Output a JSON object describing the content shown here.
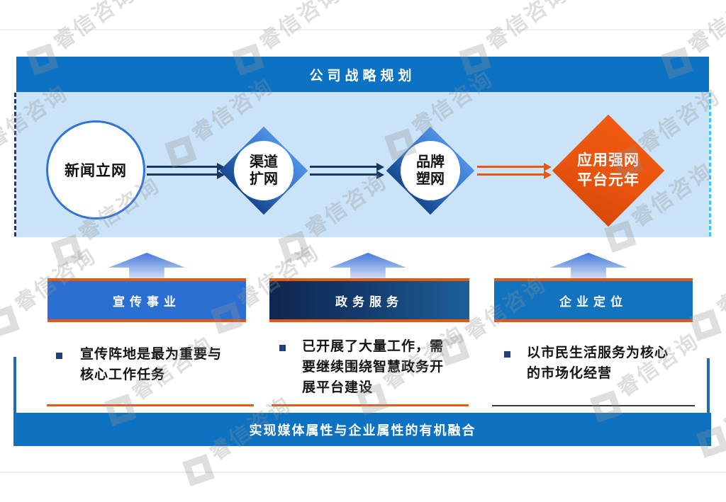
{
  "watermark": {
    "text": "睿信咨询"
  },
  "header": {
    "title": "公司战略规划"
  },
  "flow": {
    "nodes": [
      {
        "shape": "circle",
        "label": "新闻立网"
      },
      {
        "shape": "diamond",
        "lines": [
          "渠道",
          "扩网"
        ]
      },
      {
        "shape": "diamond",
        "lines": [
          "品牌",
          "塑网"
        ]
      },
      {
        "shape": "diamond-orange",
        "lines": [
          "应用强网",
          "平台元年"
        ]
      }
    ]
  },
  "pillars": [
    {
      "label": "宣传事业",
      "bullet_lines": [
        "宣传阵地是最为重要与",
        "核心工作任务"
      ]
    },
    {
      "label": "政务服务",
      "bullet_lines": [
        "已开展了大量工作，需",
        "要继续围绕智慧政务开",
        "展平台建设"
      ]
    },
    {
      "label": "企业定位",
      "bullet_lines": [
        "以市民生活服务为核心",
        "的市场化经营"
      ]
    }
  ],
  "footer": {
    "title": "实现媒体属性与企业属性的有机融合"
  },
  "colors": {
    "header_blue": "#0c72c4",
    "band_blue": "#cbe3f8",
    "navy_arrow": "#17375e",
    "orange": "#e8570e",
    "orange_diamond": "#e8530e",
    "diamond_gradient_top": "#4e91e4",
    "diamond_gradient_bottom": "#17498f",
    "box1_blue": "#2b6fd2",
    "box2_dark": "#0e2750",
    "box2_light": "#1e6099",
    "box3_blue": "#1273bf",
    "bracket_blue": "#1e6cb4",
    "underline_dark": "#3b3b3b",
    "bullet_navy": "#1f3f7e"
  }
}
